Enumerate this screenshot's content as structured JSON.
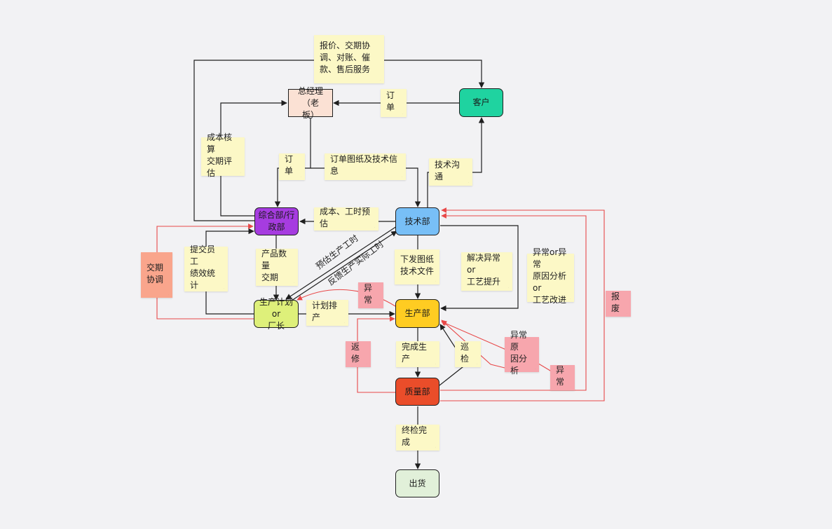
{
  "nodes": {
    "customer": "客户",
    "gm": "总经理（老\n板）",
    "admin": "综合部/行\n政部",
    "tech": "技术部",
    "planning": "生产计划or\n厂长",
    "production": "生产部",
    "quality": "质量部",
    "shipping": "出货"
  },
  "notes": {
    "service": "报价、交期协\n调、对账、催\n款、售后服务",
    "order_top": "订单",
    "cost_accounting": "成本核算\n交期评估",
    "order_mid": "订单",
    "order_drawings": "订单图纸及技术信息",
    "tech_comm": "技术沟通",
    "cost_estimate": "成本、工时预估",
    "delivery": "交期\n协调",
    "performance": "提交员工\n绩效统计",
    "qty_delivery": "产品数量\n交期",
    "drawings_docs": "下发图纸\n技术文件",
    "solve_abnormal": "解决异常or\n工艺提升",
    "analysis_improve": "异常or异常\n原因分析or\n工艺改进",
    "scrap": "报废",
    "abnormal_1": "异常",
    "schedule": "计划排产",
    "rework": "返修",
    "finish_production": "完成生产",
    "patrol": "巡检",
    "cause_analysis": "异常原\n因分析",
    "abnormal_2": "异常",
    "final_inspection": "终检完成"
  },
  "labels": {
    "estimate_hours": "预估生产工时",
    "feedback_hours": "反馈生产实际工时"
  },
  "colors": {
    "customer": "#1fd3a0",
    "gm": "#fbe1d4",
    "admin": "#a63ce0",
    "tech": "#78bff7",
    "planning": "#def07a",
    "production": "#ffcc22",
    "quality": "#ea4d2a",
    "shipping": "#e1f0d9",
    "sticky_yellow": "#fcf8c6",
    "sticky_pink": "#f7a6ad",
    "sticky_salmon": "#f9a58c",
    "black_arrow": "#1f1f1f",
    "red_arrow": "#e84848"
  }
}
